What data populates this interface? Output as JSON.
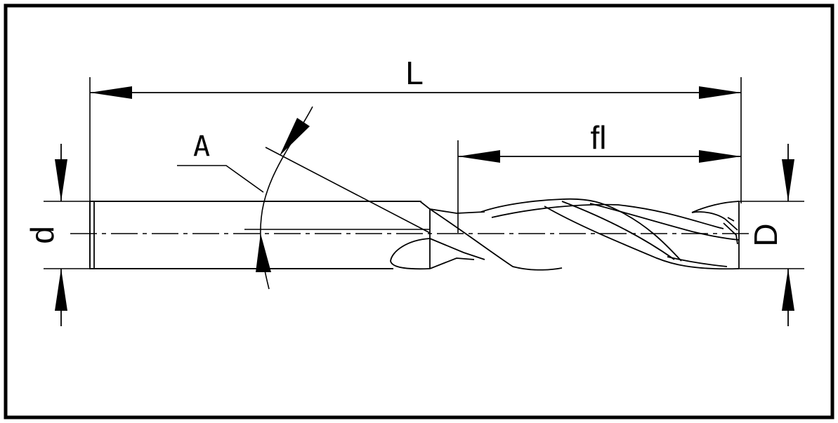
{
  "diagram": {
    "labels": {
      "overall_length": "L",
      "flute_length": "fl",
      "helix_angle": "A",
      "shank_diameter": "d",
      "cutting_diameter": "D"
    },
    "colors": {
      "line": "#000000",
      "background": "#ffffff"
    }
  }
}
